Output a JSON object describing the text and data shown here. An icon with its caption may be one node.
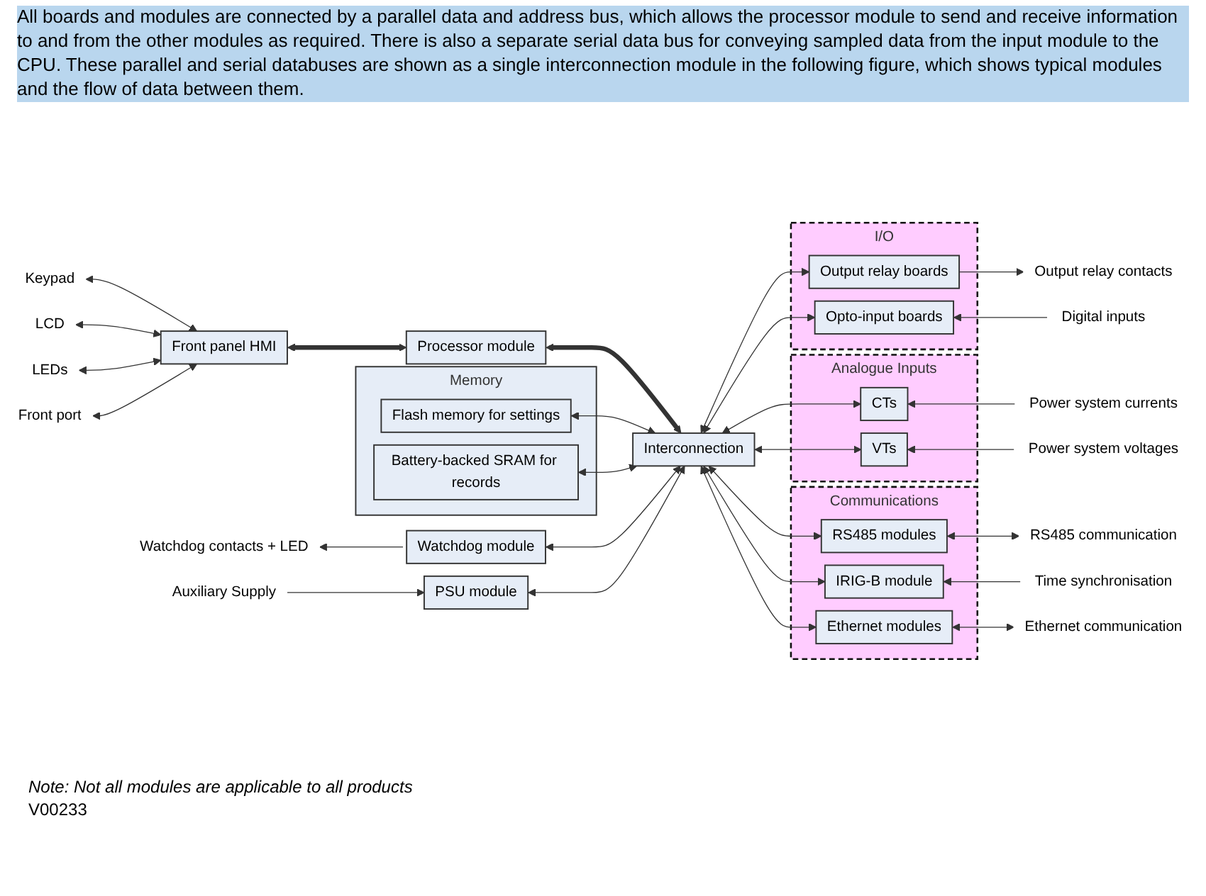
{
  "diagram": {
    "nodes": [
      {
        "text": [
          "Keypad"
        ]
      },
      {
        "text": [
          "LCD"
        ]
      },
      {
        "text": [
          "LEDs"
        ]
      },
      {
        "text": [
          "Front port"
        ]
      },
      {
        "text": [
          "Front panel HMI"
        ]
      },
      {
        "text": [
          "Processor module"
        ]
      },
      {
        "text": [
          "Interconnection"
        ]
      },
      {
        "text": [
          "Memory"
        ]
      },
      {
        "text": [
          "Flash memory for settings"
        ],
        "in": 7
      },
      {
        "text": [
          "Battery-backed SRAM for records"
        ],
        "in": 7
      },
      {
        "text": [
          "Watchdog contacts + LED"
        ]
      },
      {
        "text": [
          "Watchdog module"
        ]
      },
      {
        "text": [
          "Auxiliary Supply"
        ]
      },
      {
        "text": [
          "PSU module"
        ]
      },
      {
        "text": [
          "I/O"
        ]
      },
      {
        "text": [
          "Output relay boards"
        ],
        "in": 14
      },
      {
        "text": [
          "Opto-input boards"
        ],
        "in": 14
      },
      {
        "text": [
          "Analogue Inputs"
        ]
      },
      {
        "text": [
          "CTs"
        ],
        "in": 17
      },
      {
        "text": [
          "VTs"
        ],
        "in": 17
      },
      {
        "text": [
          "Communications"
        ]
      },
      {
        "text": [
          "RS485 modules"
        ],
        "in": 20
      },
      {
        "text": [
          "IRIG-B module"
        ],
        "in": 20
      },
      {
        "text": [
          "Ethernet modules"
        ],
        "in": 20
      },
      {
        "text": [
          "Output relay contacts"
        ]
      },
      {
        "text": [
          "Digital inputs"
        ]
      },
      {
        "text": [
          "Power system currents"
        ]
      },
      {
        "text": [
          "Power system voltages"
        ]
      },
      {
        "text": [
          "RS485 communication"
        ]
      },
      {
        "text": [
          "Time synchronisation"
        ]
      },
      {
        "text": [
          "Ethernet communication"
        ]
      }
    ],
    "edges": [
      {
        "from": 0,
        "to": 4,
        "arrow": "both"
      },
      {
        "from": 1,
        "to": 4,
        "arrow": "both"
      },
      {
        "from": 2,
        "to": 4,
        "arrow": "both"
      },
      {
        "from": 3,
        "to": 4,
        "arrow": "both"
      },
      {
        "from": 4,
        "to": 5,
        "arrow": "both",
        "style": "thick"
      },
      {
        "from": 5,
        "to": 6,
        "arrow": "both",
        "style": "thick"
      },
      {
        "from": 8,
        "to": 6,
        "arrow": "both"
      },
      {
        "from": 9,
        "to": 6,
        "arrow": "both"
      },
      {
        "from": 11,
        "to": 10,
        "arrow": "to"
      },
      {
        "from": 11,
        "to": 6,
        "arrow": "both"
      },
      {
        "from": 12,
        "to": 13,
        "arrow": "to"
      },
      {
        "from": 13,
        "to": 6,
        "arrow": "both"
      },
      {
        "from": 6,
        "to": 15,
        "arrow": "both"
      },
      {
        "from": 6,
        "to": 16,
        "arrow": "both"
      },
      {
        "from": 6,
        "to": 18,
        "arrow": "both"
      },
      {
        "from": 6,
        "to": 19,
        "arrow": "both"
      },
      {
        "from": 6,
        "to": 21,
        "arrow": "both"
      },
      {
        "from": 6,
        "to": 22,
        "arrow": "both"
      },
      {
        "from": 6,
        "to": 23,
        "arrow": "both"
      },
      {
        "from": 15,
        "to": 24,
        "arrow": "to"
      },
      {
        "from": 25,
        "to": 16,
        "arrow": "to"
      },
      {
        "from": 26,
        "to": 18,
        "arrow": "to"
      },
      {
        "from": 27,
        "to": 19,
        "arrow": "to"
      },
      {
        "from": 21,
        "to": 28,
        "arrow": "both"
      },
      {
        "from": 29,
        "to": 22,
        "arrow": "to"
      },
      {
        "from": 23,
        "to": 30,
        "arrow": "both"
      }
    ],
    "labels": [
      "All boards and modules are connected by a parallel data and address bus, which allows the processor module to send and receive information to and from the other modules as required. There is also a separate serial data bus for conveying sampled data from the input module to the CPU. These parallel and serial databuses are shown as a single interconnection module in the following figure, which shows typical modules and the flow of data between them.",
      "Note: Not all modules are applicable to all products",
      "V00233"
    ]
  }
}
